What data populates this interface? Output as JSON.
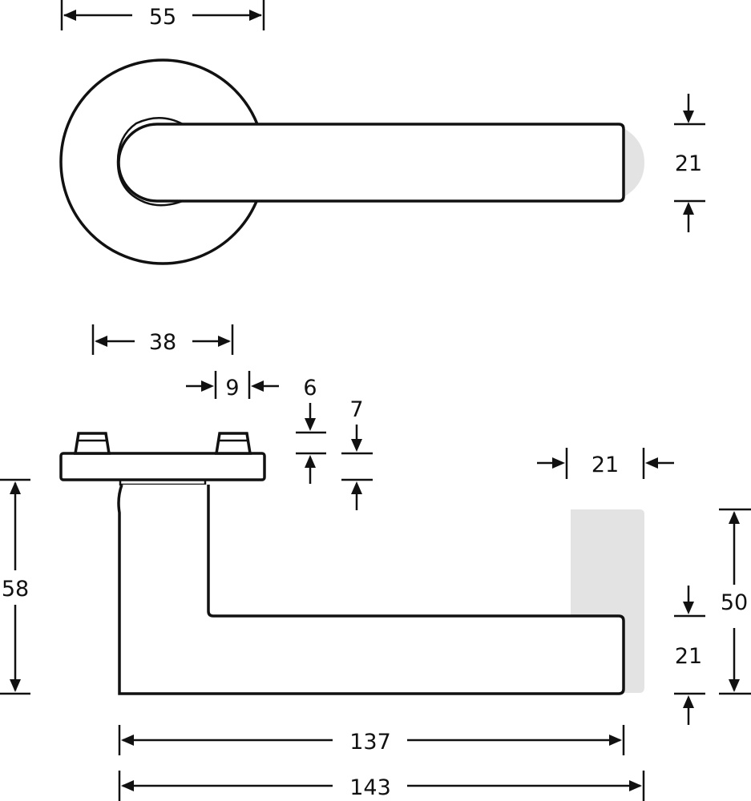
{
  "drawing": {
    "type": "technical drawing of a door lever handle",
    "top_view": {
      "rosette_width": "55",
      "lever_thickness": "21"
    },
    "side_view": {
      "offset": "38",
      "pin_width": "9",
      "dim_6": "6",
      "dim_7": "7",
      "lever_end_width": "21",
      "rosette_projection": "58",
      "lever_height": "50",
      "lever_thickness": "21",
      "lever_length": "137",
      "overall_length": "143"
    },
    "colors": {
      "line": "#111111",
      "ghost_fill": "#e3e3e3",
      "background": "#ffffff"
    }
  }
}
